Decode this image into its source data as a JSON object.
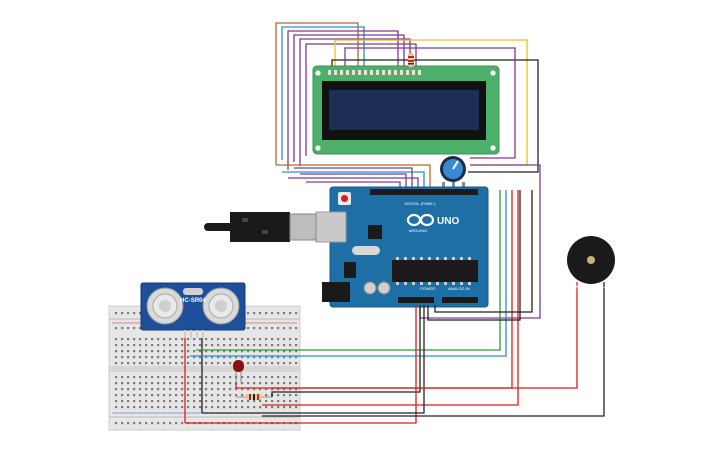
{
  "components": {
    "arduino": {
      "model": "UNO",
      "brand": "ARDUINO",
      "digital_label": "DIGITAL (PWM~)",
      "power_label": "POWER",
      "analog_label": "ANALOG IN"
    },
    "sensor": {
      "label": "HC-SR04"
    },
    "buzzer": {
      "plus": "+",
      "minus": "-"
    }
  },
  "colors": {
    "pcb": "#1d6fa5",
    "lcd_board": "#4caf6a",
    "lcd_screen": "#1d2f55",
    "wire_red": "#d81e1e",
    "wire_black": "#222222",
    "wire_purple": "#7d3b8f",
    "wire_yellow": "#e3c21b",
    "wire_orange": "#b06a2a",
    "wire_blue": "#2a8fd1",
    "wire_green": "#2c9b3a",
    "breadboard": "#e6e6e6"
  },
  "icons": [
    "usb-cable-icon",
    "potentiometer-icon",
    "led-icon",
    "resistor-icon",
    "buzzer-icon"
  ]
}
